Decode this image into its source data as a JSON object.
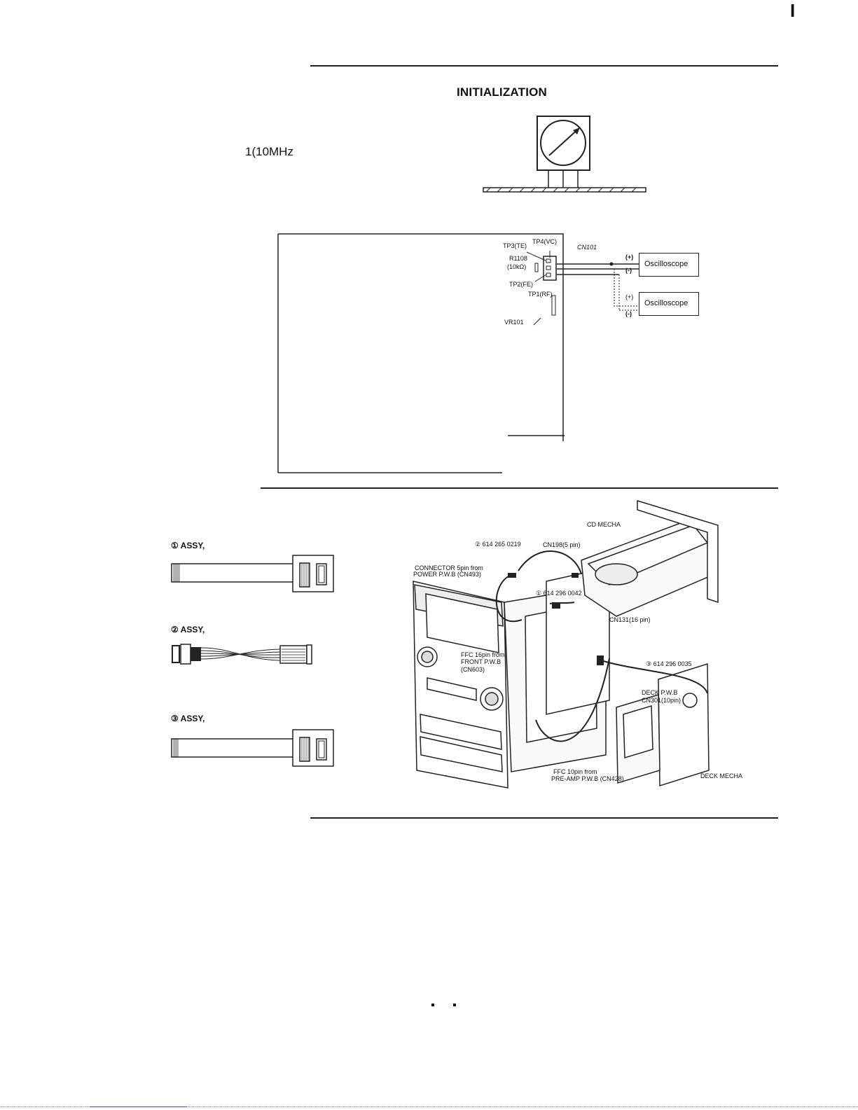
{
  "page": {
    "page_mark": "I",
    "title": "INITIALIZATION",
    "left_note": "1(10MHz"
  },
  "test_diagram": {
    "tp3": "TP3(TE)",
    "tp4": "TP4(VC)",
    "cn101": "CN101",
    "r1108": "R1108",
    "r1108_value": "(10kΩ)",
    "tp2": "TP2(FE)",
    "tp1": "TP1(RF)",
    "vr101": "VR101",
    "plus": "(+)",
    "minus": "(-)",
    "scope1": "Oscilloscope",
    "scope2": "Oscilloscope"
  },
  "assemblies": {
    "assy1": "① ASSY,",
    "assy2": "② ASSY,",
    "assy3": "③ ASSY,"
  },
  "exploded_view": {
    "cd_mecha": "CD MECHA",
    "part2": "② 614 265 0219",
    "cn198": "CN198(5 pin)",
    "connector_line1": "CONNECTOR 5pin from",
    "connector_line2": "POWER P.W.B (CN493)",
    "part1": "① 614 296 0042",
    "cn131": "CN131(16 pin)",
    "ffc16_line1": "FFC 16pin from",
    "ffc16_line2": "FRONT P.W.B",
    "ffc16_line3": "(CN603)",
    "part3": "③ 614 296 0035",
    "deck_pwb_line1": "DECK P.W.B",
    "deck_pwb_line2": "CN301(10pin)",
    "ffc10_line1": "FFC 10pin from",
    "ffc10_line2": "PRE-AMP P.W.B (CN428)",
    "deck_mecha": "DECK MECHA"
  }
}
